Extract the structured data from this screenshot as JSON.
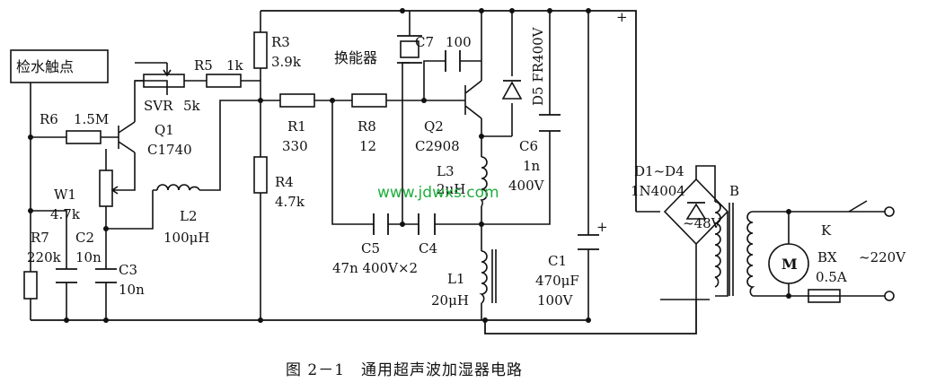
{
  "detector_label": "检水触点",
  "components": {
    "svr": {
      "name": "SVR",
      "value": "5k"
    },
    "r5": {
      "name": "R5",
      "value": "1k"
    },
    "r3": {
      "name": "R3",
      "value": "3.9k"
    },
    "transducer": "换能器",
    "c7": {
      "name": "C7",
      "value": "100"
    },
    "d5": "D5 FR400V",
    "r6": {
      "name": "R6",
      "value": "1.5M"
    },
    "q1": {
      "name": "Q1",
      "value": "C1740"
    },
    "r1": {
      "name": "R1",
      "value": "330"
    },
    "r8": {
      "name": "R8",
      "value": "12"
    },
    "q2": {
      "name": "Q2",
      "value": "C2908"
    },
    "c6": {
      "name": "C6",
      "value": "1n",
      "rating": "400V"
    },
    "w1": {
      "name": "W1",
      "value": "4.7k"
    },
    "l3": {
      "name": "L3",
      "value": "2μH"
    },
    "r4": {
      "name": "R4",
      "value": "4.7k"
    },
    "bridge": {
      "name": "D1~D4",
      "value": "1N4004"
    },
    "transformer": "B",
    "ac_low": "~48V",
    "switch": "K",
    "motor": "M",
    "r7": {
      "name": "R7",
      "value": "220k"
    },
    "c2": {
      "name": "C2",
      "value": "10n"
    },
    "l2": {
      "name": "L2",
      "value": "100μH"
    },
    "c3": {
      "name": "C3",
      "value": "10n"
    },
    "c5": {
      "name": "C5",
      "value": "47n 400V×2"
    },
    "c4": "C4",
    "l1": {
      "name": "L1",
      "value": "20μH"
    },
    "c1": {
      "name": "C1",
      "value": "470μF",
      "rating": "100V"
    },
    "fuse": {
      "name": "BX",
      "value": "0.5A"
    },
    "mains": "~220V"
  },
  "watermark": "www.jdwxs.com",
  "caption": "图 2－1　通用超声波加湿器电路"
}
